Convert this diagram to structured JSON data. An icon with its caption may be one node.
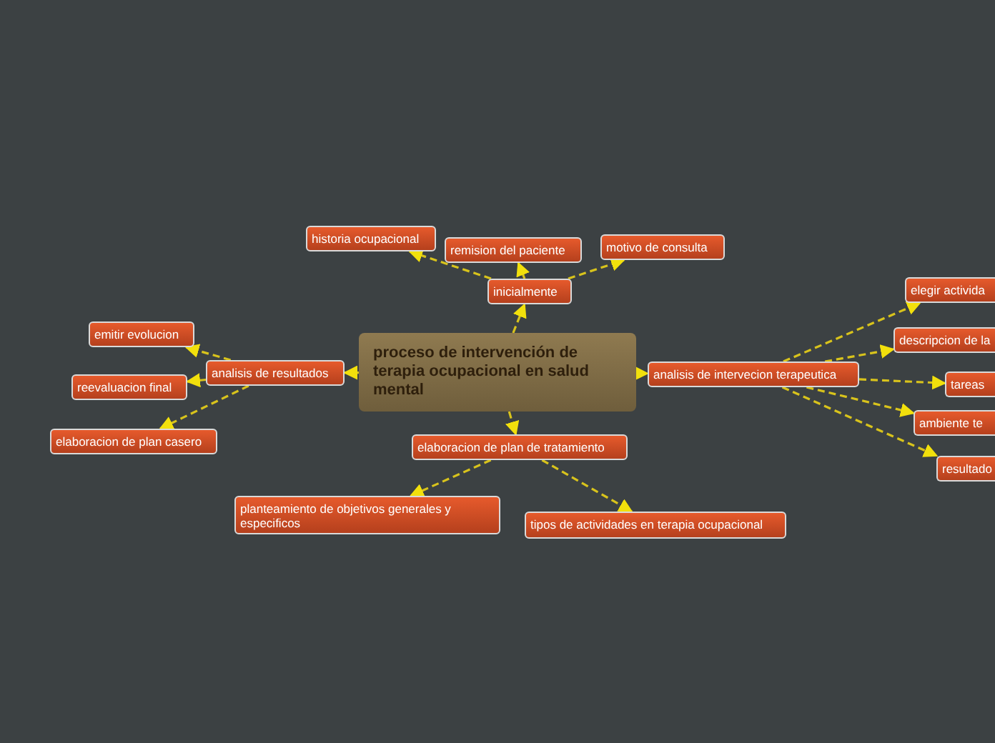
{
  "diagram": {
    "nodes": [
      {
        "text": [
          "proceso de intervención de terapia ocupacional en salud mental"
        ]
      },
      {
        "text": [
          "inicialmente"
        ]
      },
      {
        "text": [
          "historia ocupacional"
        ]
      },
      {
        "text": [
          "remision del paciente"
        ]
      },
      {
        "text": [
          "motivo de consulta"
        ]
      },
      {
        "text": [
          "analisis de resultados"
        ]
      },
      {
        "text": [
          "emitir evolucion"
        ]
      },
      {
        "text": [
          "reevaluacion final"
        ]
      },
      {
        "text": [
          "elaboracion de plan casero"
        ]
      },
      {
        "text": [
          "elaboracion de plan de tratamiento"
        ]
      },
      {
        "text": [
          "planteamiento de objetivos generales y especificos"
        ]
      },
      {
        "text": [
          "tipos de actividades en terapia ocupacional"
        ]
      },
      {
        "text": [
          "analisis de intervecion terapeutica"
        ]
      },
      {
        "text": [
          "elegir activida"
        ]
      },
      {
        "text": [
          "descripcion de la"
        ]
      },
      {
        "text": [
          "tareas"
        ]
      },
      {
        "text": [
          "ambiente te"
        ]
      },
      {
        "text": [
          "resultado"
        ]
      }
    ],
    "edges": [
      {
        "from": 0,
        "to": 1,
        "arrow": "to"
      },
      {
        "from": 1,
        "to": 2,
        "arrow": "to"
      },
      {
        "from": 1,
        "to": 3,
        "arrow": "to"
      },
      {
        "from": 1,
        "to": 4,
        "arrow": "to"
      },
      {
        "from": 0,
        "to": 5,
        "arrow": "to"
      },
      {
        "from": 5,
        "to": 6,
        "arrow": "to"
      },
      {
        "from": 5,
        "to": 7,
        "arrow": "to"
      },
      {
        "from": 5,
        "to": 8,
        "arrow": "to"
      },
      {
        "from": 0,
        "to": 9,
        "arrow": "to"
      },
      {
        "from": 9,
        "to": 10,
        "arrow": "to"
      },
      {
        "from": 9,
        "to": 11,
        "arrow": "to"
      },
      {
        "from": 0,
        "to": 12,
        "arrow": "to"
      },
      {
        "from": 12,
        "to": 13,
        "arrow": "to"
      },
      {
        "from": 12,
        "to": 14,
        "arrow": "to"
      },
      {
        "from": 12,
        "to": 15,
        "arrow": "to"
      },
      {
        "from": 12,
        "to": 16,
        "arrow": "to"
      },
      {
        "from": 12,
        "to": 17,
        "arrow": "to"
      }
    ]
  }
}
